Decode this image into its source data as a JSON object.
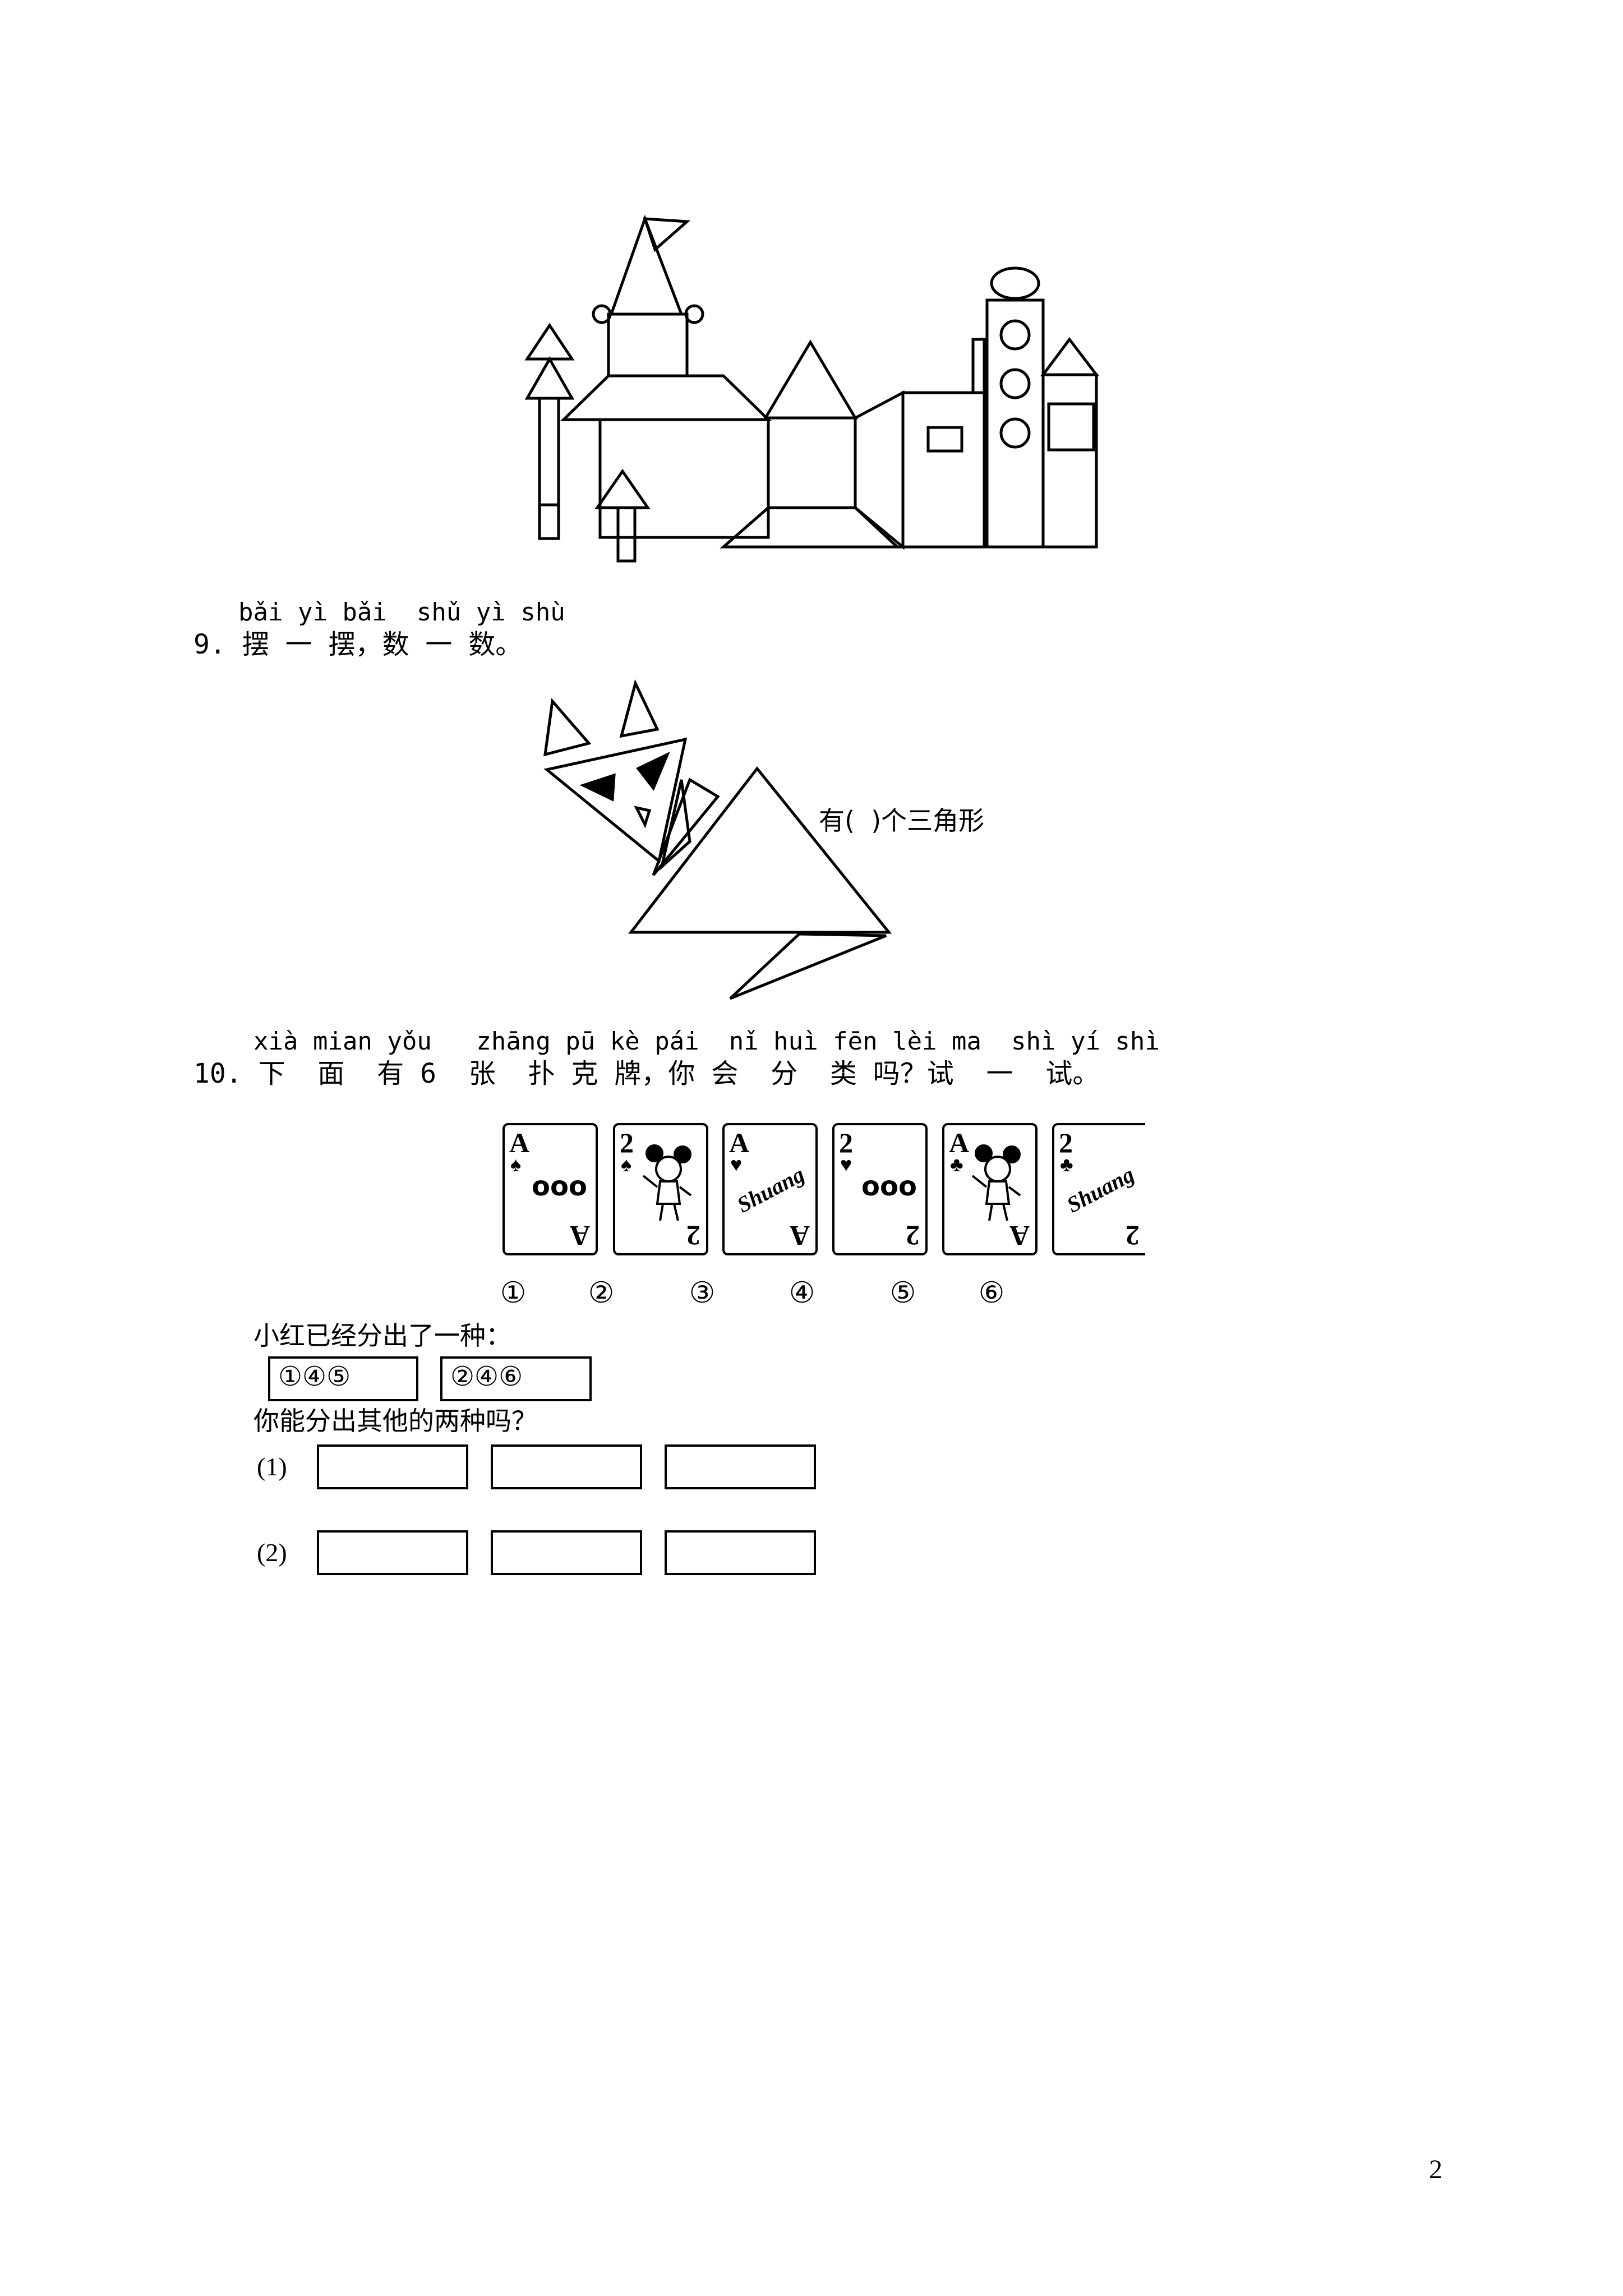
{
  "q9": {
    "pinyin": "bǎi yì bǎi  shǔ yì shù",
    "text": "9. 摆 一 摆，数 一 数。",
    "answer_prompt": "有(  )个三角形"
  },
  "q10": {
    "pinyin": "xià mian yǒu   zhāng pū kè pái  nǐ huì fēn lèi ma  shì yí shì",
    "text": "10. 下  面  有 6  张  扑 克 牌，你 会  分  类 吗？试  一  试。",
    "cards": [
      {
        "rank": "A",
        "suit": "♠",
        "center": "ooo"
      },
      {
        "rank": "2",
        "suit": "♠",
        "center": "mouse"
      },
      {
        "rank": "A",
        "suit": "♥",
        "center": "Shuang"
      },
      {
        "rank": "2",
        "suit": "♥",
        "center": "ooo"
      },
      {
        "rank": "A",
        "suit": "♣",
        "center": "mouse"
      },
      {
        "rank": "2",
        "suit": "♣",
        "center": "Shuang"
      }
    ],
    "card_numbers": [
      "①",
      "②",
      "③",
      "④",
      "⑤",
      "⑥"
    ],
    "done_label": "小红已经分出了一种：",
    "group_a": "①④⑤",
    "group_b": "②④⑥",
    "question": "你能分出其他的两种吗？",
    "row1_label": "(1)",
    "row2_label": "(2)"
  },
  "page_number": "2"
}
